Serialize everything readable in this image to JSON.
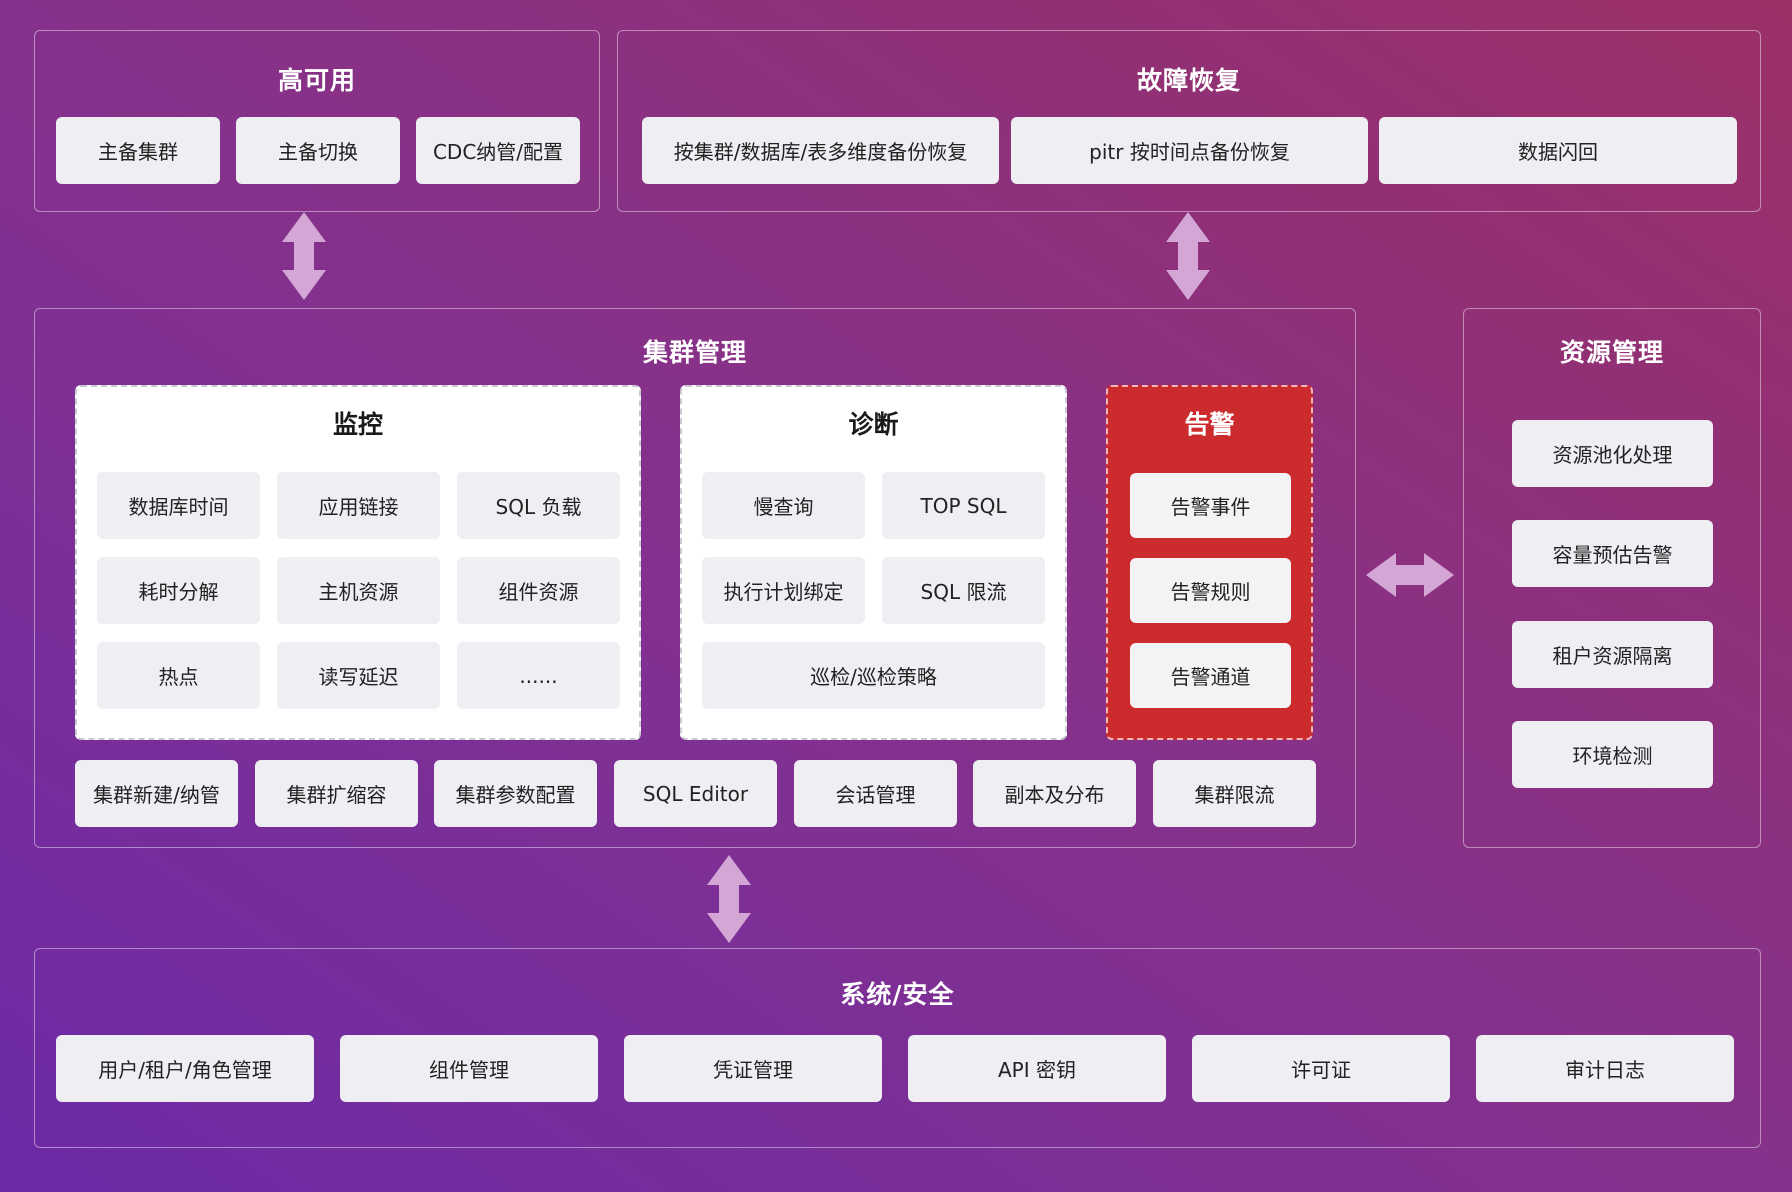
{
  "high_availability": {
    "title": "高可用",
    "items": [
      "主备集群",
      "主备切换",
      "CDC纳管/配置"
    ]
  },
  "fault_recovery": {
    "title": "故障恢复",
    "items": [
      "按集群/数据库/表多维度备份恢复",
      "pitr 按时间点备份恢复",
      "数据闪回"
    ]
  },
  "cluster_management": {
    "title": "集群管理",
    "monitoring": {
      "title": "监控",
      "items": [
        "数据库时间",
        "应用链接",
        "SQL 负载",
        "耗时分解",
        "主机资源",
        "组件资源",
        "热点",
        "读写延迟",
        "......"
      ]
    },
    "diagnosis": {
      "title": "诊断",
      "items": [
        "慢查询",
        "TOP SQL",
        "执行计划绑定",
        "SQL 限流",
        "巡检/巡检策略"
      ]
    },
    "alerting": {
      "title": "告警",
      "items": [
        "告警事件",
        "告警规则",
        "告警通道"
      ]
    },
    "bottom_items": [
      "集群新建/纳管",
      "集群扩缩容",
      "集群参数配置",
      "SQL Editor",
      "会话管理",
      "副本及分布",
      "集群限流"
    ]
  },
  "resource_management": {
    "title": "资源管理",
    "items": [
      "资源池化处理",
      "容量预估告警",
      "租户资源隔离",
      "环境检测"
    ]
  },
  "system_security": {
    "title": "系统/安全",
    "items": [
      "用户/租户/角色管理",
      "组件管理",
      "凭证管理",
      "API 密钥",
      "许可证",
      "审计日志"
    ]
  },
  "colors": {
    "arrow": "#d3a6d6",
    "alert_red": "#cc2b2e",
    "chip_bg": "#eeeef3"
  }
}
